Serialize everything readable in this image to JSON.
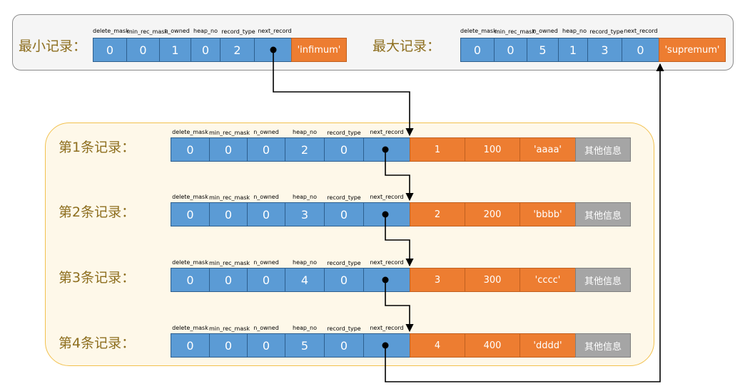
{
  "headers": [
    "delete_mask",
    "min_rec_mask",
    "n_owned",
    "heap_no",
    "record_type",
    "next_record"
  ],
  "infimum": {
    "label": "最小记录：",
    "values": [
      "0",
      "0",
      "1",
      "0",
      "2",
      ""
    ],
    "data": "'infimum'"
  },
  "supremum": {
    "label": "最大记录：",
    "values": [
      "0",
      "0",
      "5",
      "1",
      "3",
      "0"
    ],
    "data": "'supremum'"
  },
  "records": [
    {
      "label": "第1条记录：",
      "values": [
        "0",
        "0",
        "0",
        "2",
        "0",
        ""
      ],
      "cols": [
        "1",
        "100",
        "'aaaa'",
        "其他信息"
      ]
    },
    {
      "label": "第2条记录：",
      "values": [
        "0",
        "0",
        "0",
        "3",
        "0",
        ""
      ],
      "cols": [
        "2",
        "200",
        "'bbbb'",
        "其他信息"
      ]
    },
    {
      "label": "第3条记录：",
      "values": [
        "0",
        "0",
        "0",
        "4",
        "0",
        ""
      ],
      "cols": [
        "3",
        "300",
        "'cccc'",
        "其他信息"
      ]
    },
    {
      "label": "第4条记录：",
      "values": [
        "0",
        "0",
        "0",
        "5",
        "0",
        ""
      ],
      "cols": [
        "4",
        "400",
        "'dddd'",
        "其他信息"
      ]
    }
  ],
  "colors": {
    "header_cell": "#5b9bd5",
    "data_cell": "#ed7d31",
    "other_cell": "#a5a5a5",
    "label_text": "#8d6e1e"
  }
}
